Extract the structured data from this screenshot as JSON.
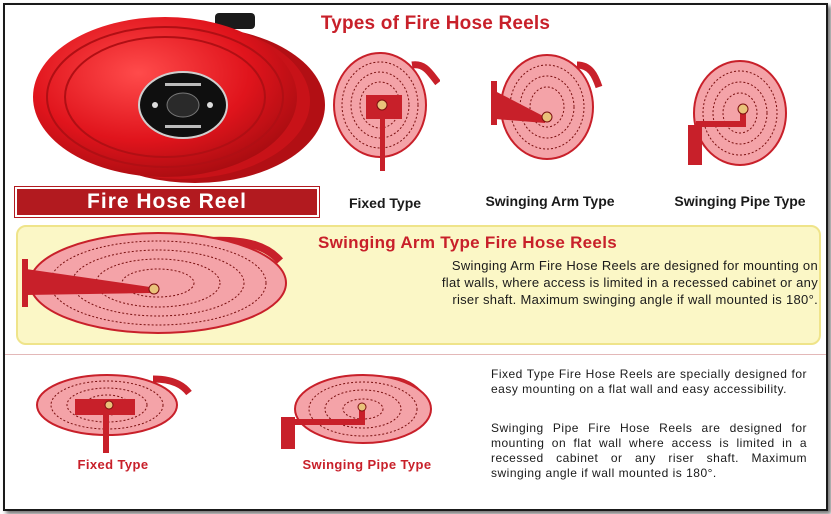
{
  "page": {
    "title": "Types of Fire Hose Reels",
    "banner": "Fire Hose Reel",
    "top_captions": [
      "Fixed Type",
      "Swinging Arm Type",
      "Swinging Pipe Type"
    ],
    "swinging_arm": {
      "title": "Swinging Arm Type Fire Hose Reels",
      "lines": [
        "Swinging Arm Fire Hose Reels are designed for mounting on",
        "flat walls, where access is limited in a recessed cabinet or any",
        "riser shaft.  Maximum swinging angle if wall mounted is 180°."
      ]
    },
    "bottom_captions": [
      "Fixed Type",
      "Swinging Pipe Type"
    ],
    "fixed_desc": "Fixed Type Fire Hose Reels are specially designed for easy mounting on a flat wall and easy accessibility.",
    "swinging_pipe_desc": "Swinging Pipe Fire Hose Reels are designed for mounting on flat wall where access is limited in a recessed cabinet or any riser shaft. Maximum swinging angle if wall mounted is 180°."
  },
  "colors": {
    "accent": "#c8202a",
    "reel_red": "#e0141c",
    "reel_pink": "#f4a3a8",
    "panel": "#fbf7c6"
  }
}
